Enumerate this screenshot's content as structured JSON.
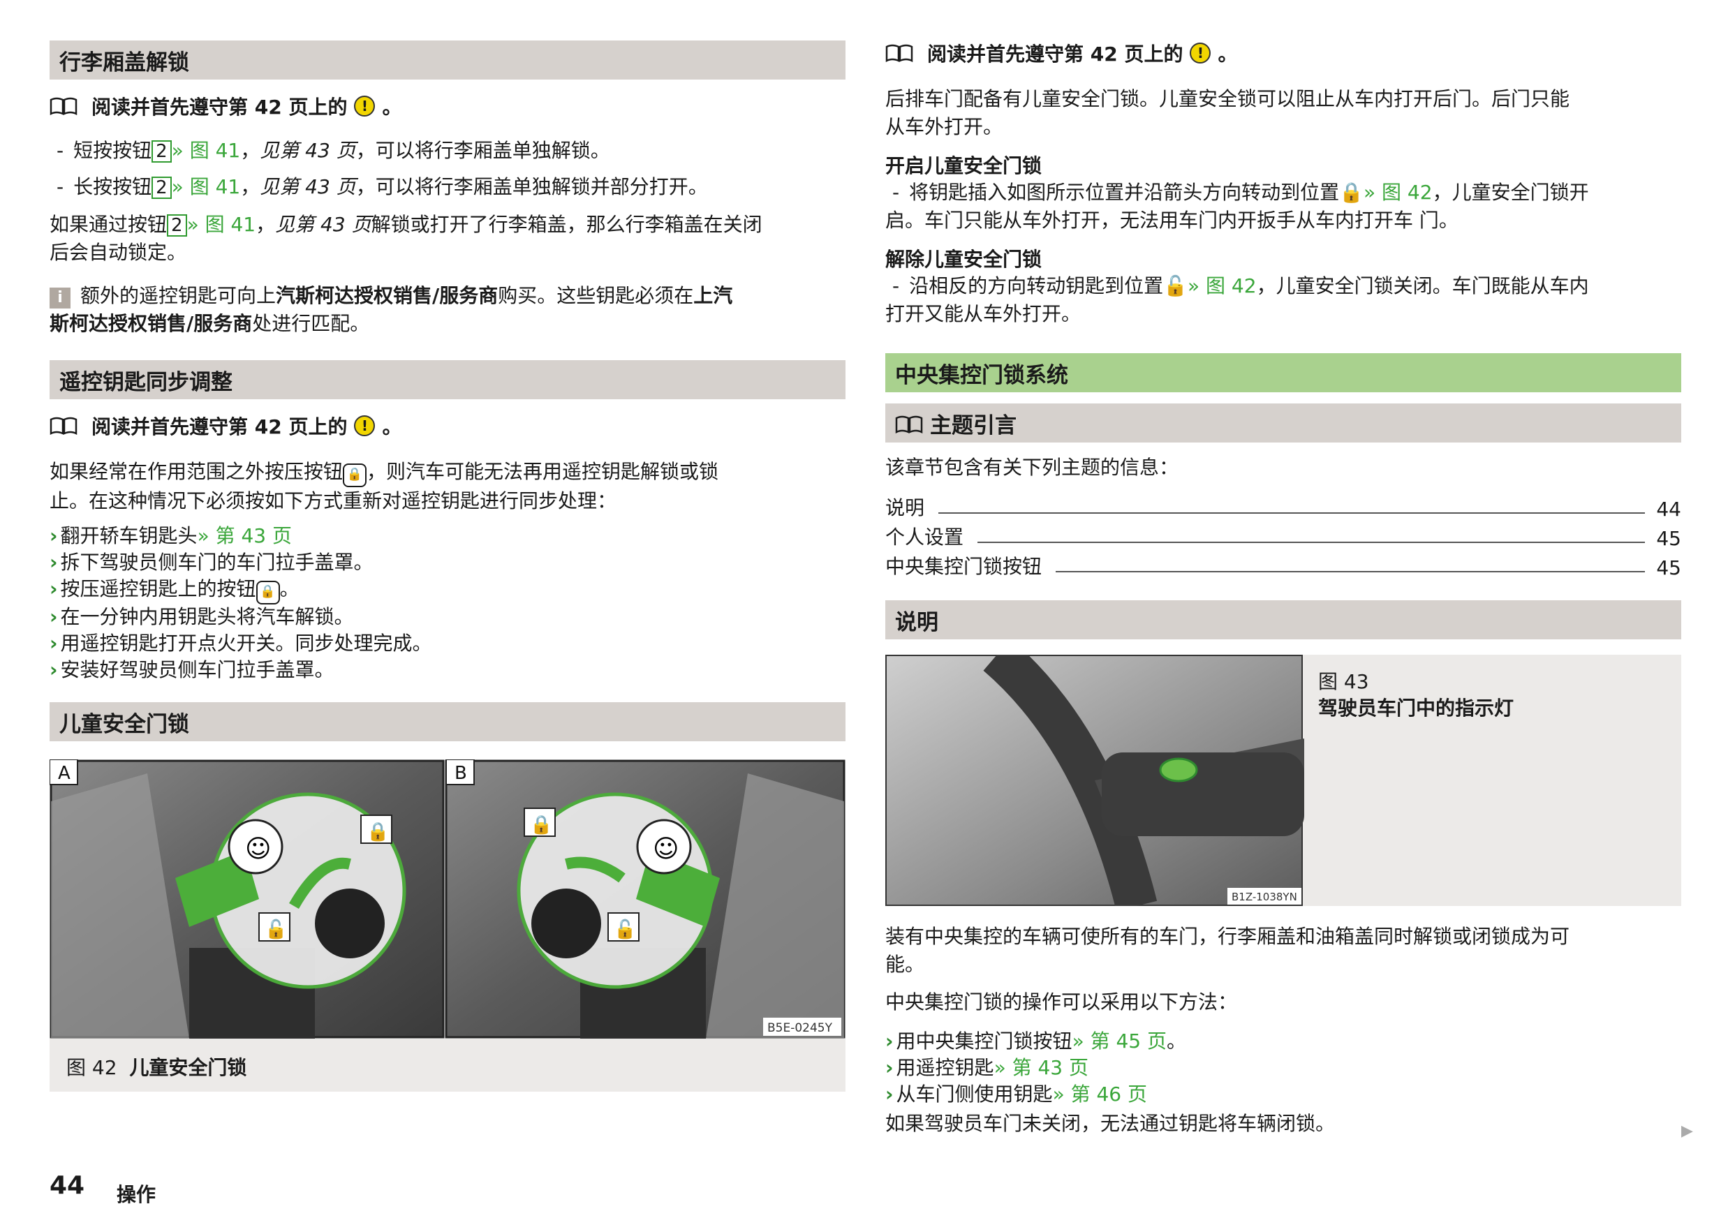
{
  "left": {
    "s1": {
      "title": "行李厢盖解锁",
      "read": "阅读并首先遵守第 42 页上的",
      "b1_pre": "短按按钮",
      "b1_key": "2",
      "b1_link": "» 图 41",
      "b1_see": "见第 43 页",
      "b1_post": "，可以将行李厢盖单独解锁。",
      "b2_pre": "长按按钮",
      "b2_key": "2",
      "b2_link": "» 图 41",
      "b2_see": "见第 43 页",
      "b2_post": "，可以将行李厢盖单独解锁并部分打开。",
      "p_pre": "如果通过按钮",
      "p_key": "2",
      "p_link": "» 图 41",
      "p_see": "见第 43 页",
      "p_post1": "解锁或打开了行李箱盖，那么行李箱盖在关闭",
      "p_post2": "后会自动锁定。",
      "info1_a": "额外的遥控钥匙可向上",
      "info1_b": "汽斯柯达授权销售/服务商",
      "info1_c": "购买。这些钥匙必须在",
      "info1_d": "上汽",
      "info2_a": "斯柯达授权销售/服务商",
      "info2_b": "处进行匹配。"
    },
    "s2": {
      "title": "遥控钥匙同步调整",
      "read": "阅读并首先遵守第 42 页上的",
      "p1_a": "如果经常在作用范围之外按压按钮",
      "p1_b": "，则汽车可能无法再用遥控钥匙解锁或锁",
      "p2": "止。在这种情况下必须按如下方式重新对遥控钥匙进行同步处理：",
      "steps": [
        {
          "text": "翻开轿车钥匙头",
          "link": "» 第 43 页"
        },
        {
          "text": "拆下驾驶员侧车门的车门拉手盖罩。",
          "link": ""
        },
        {
          "text": "按压遥控钥匙上的按钮",
          "link": ""
        },
        {
          "text": "在一分钟内用钥匙头将汽车解锁。",
          "link": ""
        },
        {
          "text": "用遥控钥匙打开点火开关。同步处理完成。",
          "link": ""
        },
        {
          "text": "安装好驾驶员侧车门拉手盖罩。",
          "link": ""
        }
      ]
    },
    "s3": {
      "title": "儿童安全门锁",
      "labelA": "A",
      "labelB": "B",
      "code": "B5E-0245Y",
      "cap_num": "图 42",
      "cap_title": "儿童安全门锁"
    }
  },
  "right": {
    "read": "阅读并首先遵守第 42 页上的",
    "intro1": "后排车门配备有儿童安全门锁。儿童安全锁可以阻止从车内打开后门。后门只能",
    "intro2": "从车外打开。",
    "open_title": "开启儿童安全门锁",
    "open1_a": "将钥匙插入如图所示位置并沿箭头方向转动到位置",
    "open1_link": "» 图 42",
    "open1_b": "，儿童安全门锁开",
    "open2": "启。车门只能从车外打开，无法用车门内开扳手从车内打开车 门。",
    "close_title": "解除儿童安全门锁",
    "close1_a": "沿相反的方向转动钥匙到位置",
    "close1_link": "» 图 42",
    "close1_b": "，儿童安全门锁关闭。车门既能从车内",
    "close2": "打开又能从车外打开。",
    "central_title": "中央集控门锁系统",
    "topic_title": "主题引言",
    "topic_intro": "该章节包含有关下列主题的信息：",
    "toc": [
      {
        "label": "说明",
        "page": "44"
      },
      {
        "label": "个人设置",
        "page": "45"
      },
      {
        "label": "中央集控门锁按钮",
        "page": "45"
      }
    ],
    "desc_title": "说明",
    "fig43_num": "图 43",
    "fig43_title": "驾驶员车门中的指示灯",
    "fig43_code": "B1Z-1038YN",
    "d1": "装有中央集控的车辆可使所有的车门，行李厢盖和油箱盖同时解锁或闭锁成为可",
    "d2": "能。",
    "d3": "中央集控门锁的操作可以采用以下方法：",
    "methods": [
      {
        "text": "用中央集控门锁按钮",
        "link": "» 第 45 页",
        "tail": "。"
      },
      {
        "text": "用遥控钥匙",
        "link": "» 第 43 页",
        "tail": ""
      },
      {
        "text": "从车门侧使用钥匙",
        "link": "» 第 46 页",
        "tail": ""
      }
    ],
    "last": "如果驾驶员车门未关闭，无法通过钥匙将车辆闭锁。"
  },
  "footer": {
    "page": "44",
    "title": "操作"
  },
  "colors": {
    "header_gray": "#d6d1cd",
    "header_green": "#a9d18e",
    "link_green": "#3aa63a",
    "warn_yellow": "#f2d600"
  },
  "icons": [
    "book-icon",
    "warning-icon",
    "info-icon",
    "lock-button-icon",
    "chevron-right-icon",
    "child-icon",
    "padlock-closed-icon",
    "padlock-open-icon",
    "next-page-arrow-icon"
  ]
}
